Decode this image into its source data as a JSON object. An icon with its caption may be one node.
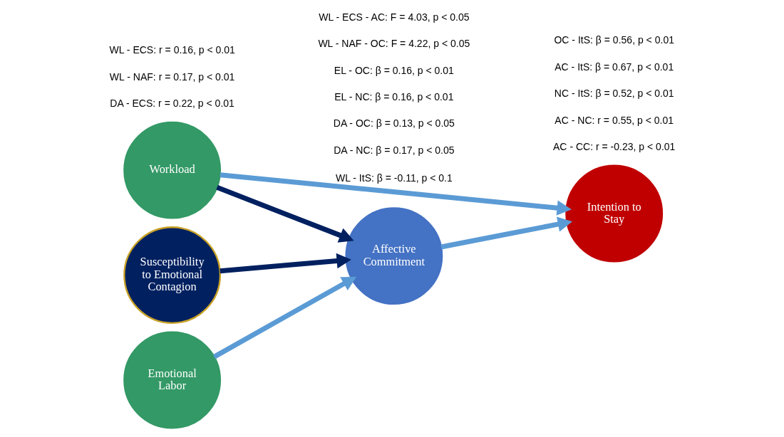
{
  "diagram": {
    "nodes": [
      {
        "text": [
          "Workload"
        ]
      },
      {
        "text": [
          "Susceptibility to Emotional Contagion"
        ]
      },
      {
        "text": [
          "Emotional Labor"
        ]
      },
      {
        "text": [
          "Affective Commitment"
        ]
      },
      {
        "text": [
          "Intention to Stay"
        ]
      }
    ],
    "edges": [
      {
        "from": 0,
        "to": 4,
        "arrow": "to",
        "label": "WL - ItS: β = -0.11, p < 0.1"
      },
      {
        "from": 0,
        "to": 3,
        "arrow": "to",
        "color": "#002060"
      },
      {
        "from": 1,
        "to": 3,
        "arrow": "to",
        "color": "#002060"
      },
      {
        "from": 2,
        "to": 3,
        "arrow": "to"
      },
      {
        "from": 3,
        "to": 4,
        "arrow": "to"
      }
    ],
    "labels": [
      "WL - ECS - AC: F = 4.03, p < 0.05",
      "WL - NAF - OC: F = 4.22, p < 0.05",
      "OC - ItS: β = 0.56, p < 0.01",
      "AC - ItS: β = 0.67, p < 0.01",
      "NC - ItS: β = 0.52, p < 0.01",
      "WL - ECS: r = 0.16, p < 0.01",
      "WL - NAF: r = 0.17, p < 0.01",
      "AC - NC: r = 0.55, p < 0.01",
      "AC - CC: r = -0.23, p < 0.01",
      "DA - ECS: r = 0.22, p < 0.01",
      "EL - OC: β = 0.16, p < 0.01",
      "EL - NC: β = 0.16, p < 0.01",
      "DA - OC: β = 0.13, p < 0.05",
      "DA - NC: β = 0.17, p < 0.05"
    ]
  }
}
